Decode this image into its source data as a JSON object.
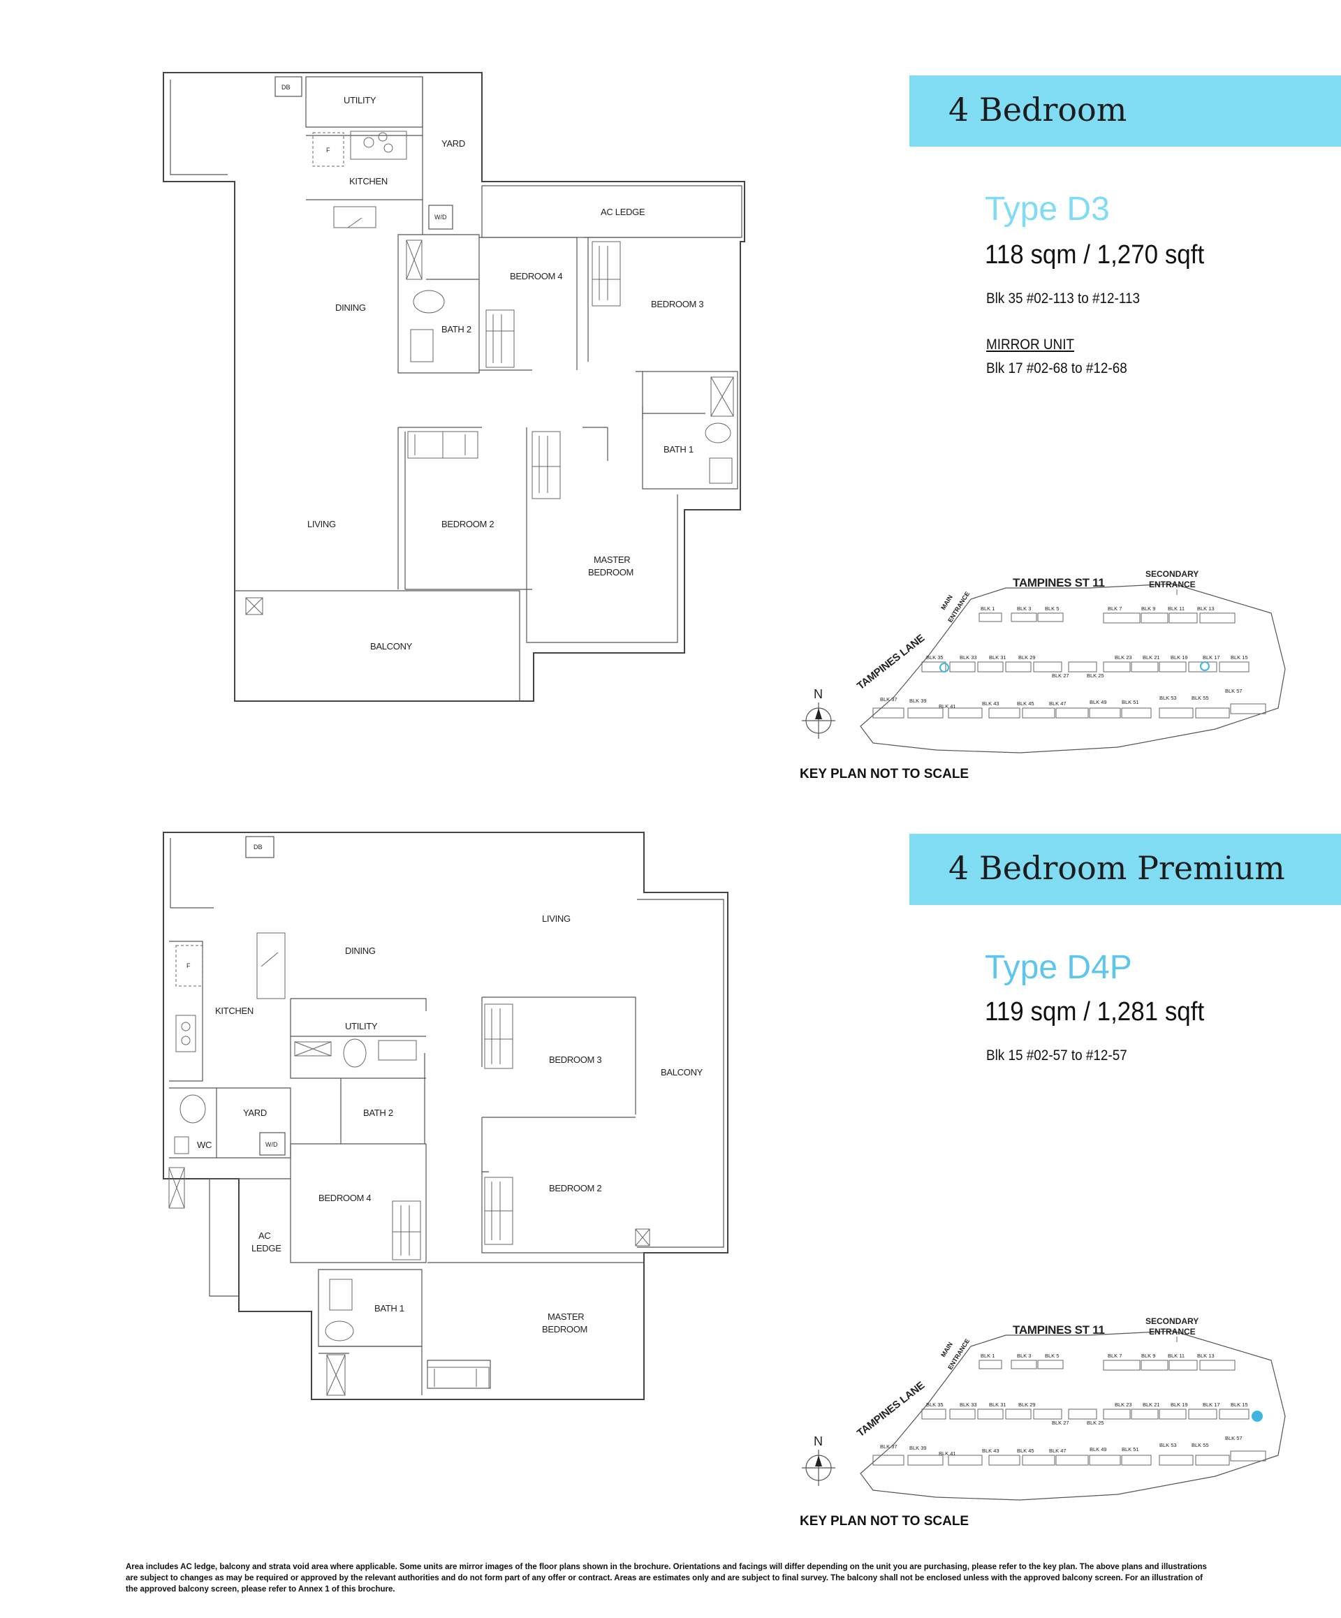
{
  "colors": {
    "banner": "#7fdcf3",
    "type_accent": "#7fdcf3",
    "highlight": "#3fb6e0"
  },
  "units": [
    {
      "category": "4 Bedroom",
      "type": "Type D3",
      "area": "118 sqm / 1,270 sqft",
      "blocks": "Blk 35  #02-113 to #12-113",
      "mirror_heading": "MIRROR UNIT",
      "mirror_blocks": "Blk 17  #02-68   to #12-68",
      "rooms": {
        "db": "DB",
        "utility": "UTILITY",
        "yard": "YARD",
        "fridge": "F",
        "kitchen": "KITCHEN",
        "wd": "W/D",
        "ac_ledge": "AC LEDGE",
        "dining": "DINING",
        "bedroom4": "BEDROOM 4",
        "bedroom3": "BEDROOM 3",
        "bath2": "BATH 2",
        "bath1": "BATH 1",
        "living": "LIVING",
        "bedroom2": "BEDROOM 2",
        "master_1": "MASTER",
        "master_2": "BEDROOM",
        "balcony": "BALCONY"
      }
    },
    {
      "category": "4 Bedroom Premium",
      "type": "Type D4P",
      "area": "119 sqm / 1,281 sqft",
      "blocks": "Blk 15  #02-57 to #12-57",
      "rooms": {
        "db": "DB",
        "living": "LIVING",
        "dining": "DINING",
        "fridge": "F",
        "kitchen": "KITCHEN",
        "utility": "UTILITY",
        "bedroom3": "BEDROOM 3",
        "balcony": "BALCONY",
        "yard": "YARD",
        "wc": "WC",
        "wd": "W/D",
        "bath2": "BATH 2",
        "bedroom4": "BEDROOM 4",
        "bedroom2": "BEDROOM 2",
        "ac_1": "AC",
        "ac_2": "LEDGE",
        "bath1": "BATH 1",
        "master_1": "MASTER",
        "master_2": "BEDROOM"
      }
    }
  ],
  "keyplan": {
    "street": "TAMPINES ST 11",
    "lane": "TAMPINES LANE",
    "secondary_1": "SECONDARY",
    "secondary_2": "ENTRANCE",
    "main_1": "MAIN",
    "main_2": "ENTRANCE",
    "north": "N",
    "caption": "KEY PLAN NOT TO SCALE",
    "blocks_top": [
      "BLK 1",
      "BLK 3",
      "BLK 5",
      "BLK 7",
      "BLK 9",
      "BLK 11",
      "BLK 13"
    ],
    "blocks_mid_left": [
      "BLK 35",
      "BLK 33",
      "BLK 31",
      "BLK 29",
      "BLK 27",
      "BLK 25"
    ],
    "blocks_mid_right": [
      "BLK 23",
      "BLK 21",
      "BLK 19",
      "BLK 17",
      "BLK 15"
    ],
    "blocks_bottom": [
      "BLK 37",
      "BLK 39",
      "BLK 41",
      "BLK 43",
      "BLK 45",
      "BLK 47",
      "BLK 49",
      "BLK 51",
      "BLK 53",
      "BLK 55",
      "BLK 57"
    ]
  },
  "disclaimer": "Area includes AC ledge, balcony and strata void area where applicable. Some units are mirror images of the floor plans shown in the brochure. Orientations and facings will differ depending on the unit you are purchasing, please refer to the key plan. The above plans and illustrations are subject to changes as may be required or approved by the relevant authorities and do not form part of any offer or contract. Areas are estimates only and are subject to final survey. The balcony shall not be enclosed unless with the approved balcony screen. For an illustration of the approved balcony screen, please refer to Annex 1 of this brochure."
}
